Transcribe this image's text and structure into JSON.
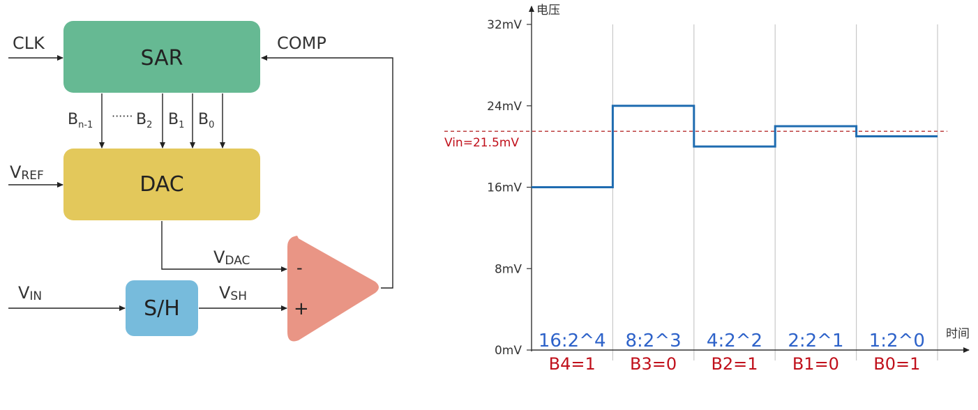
{
  "block_diagram": {
    "blocks": {
      "sar": "SAR",
      "dac": "DAC",
      "sh": "S/H"
    },
    "signals": {
      "clk": "CLK",
      "comp": "COMP",
      "vref_main": "V",
      "vref_sub": "REF",
      "vin_main": "V",
      "vin_sub": "IN",
      "vdac_main": "V",
      "vdac_sub": "DAC",
      "vsh_main": "V",
      "vsh_sub": "SH",
      "minus": "-",
      "plus": "+"
    },
    "bits": {
      "bn1_main": "B",
      "bn1_sub": "n-1",
      "dots": "······",
      "b2_main": "B",
      "b2_sub": "2",
      "b1_main": "B",
      "b1_sub": "1",
      "b0_main": "B",
      "b0_sub": "0"
    },
    "colors": {
      "sar": "#66b993",
      "dac": "#e3c85b",
      "sh": "#77bbdc",
      "comparator": "#e99585"
    }
  },
  "chart_data": {
    "type": "line",
    "step": true,
    "title": "",
    "ylabel": "电压",
    "xlabel": "时间",
    "ylim": [
      0,
      32
    ],
    "yticks": [
      {
        "value": 0,
        "label": "0mV"
      },
      {
        "value": 8,
        "label": "8mV"
      },
      {
        "value": 16,
        "label": "16mV"
      },
      {
        "value": 24,
        "label": "24mV"
      },
      {
        "value": 32,
        "label": "32mV"
      }
    ],
    "steps": [
      {
        "weight": "16:2^4",
        "result": "B4=1",
        "voltage": 16
      },
      {
        "weight": "8:2^3",
        "result": "B3=0",
        "voltage": 24
      },
      {
        "weight": "4:2^2",
        "result": "B2=1",
        "voltage": 20
      },
      {
        "weight": "2:2^1",
        "result": "B1=0",
        "voltage": 22
      },
      {
        "weight": "1:2^0",
        "result": "B0=1",
        "voltage": 21
      }
    ],
    "reference": {
      "label": "Vin=21.5mV",
      "value": 21.5
    },
    "colors": {
      "step_line": "#1f6cb0",
      "reference": "#b01c1c",
      "weight_text": "#2d62c9",
      "result_text": "#c0101b",
      "grid": "#c8c8c8"
    }
  }
}
